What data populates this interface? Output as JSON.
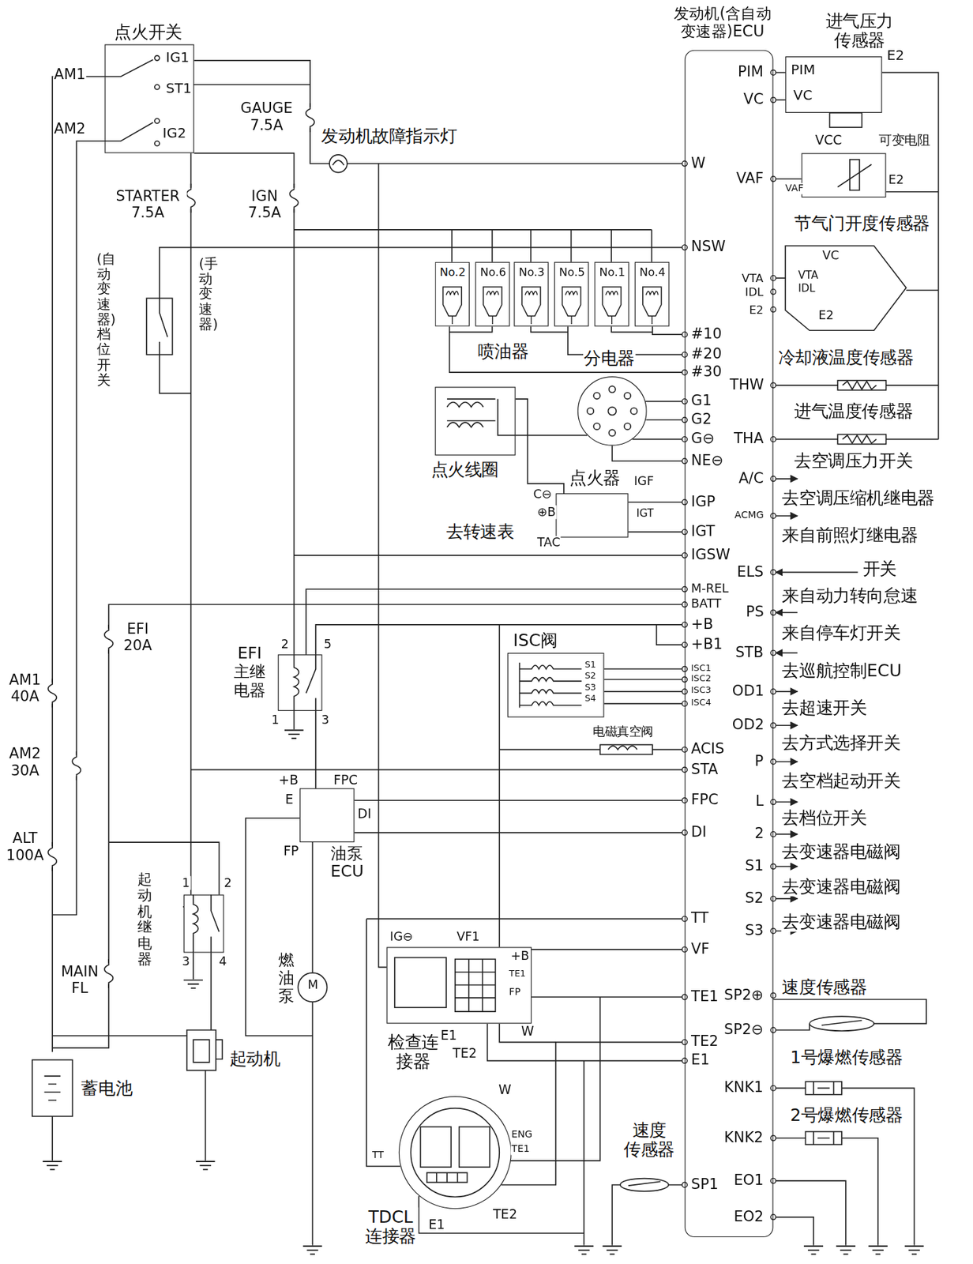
{
  "diagram": {
    "nodes": [
      {
        "text": [
          "点火开关",
          "IG1",
          "ST1",
          "IG2"
        ]
      },
      {
        "text": [
          "发动机(含自动变速器)ECU"
        ]
      },
      {
        "text": [
          "进气压力传感器",
          "PIM",
          "VC",
          "E2"
        ]
      },
      {
        "text": [
          "VCC",
          "VAF",
          "E2"
        ]
      },
      {
        "text": [
          "节气门开度传感器",
          "VC",
          "VTA",
          "IDL",
          "E2"
        ]
      },
      {
        "text": [
          "No.2"
        ]
      },
      {
        "text": [
          "No.6"
        ]
      },
      {
        "text": [
          "No.3"
        ]
      },
      {
        "text": [
          "No.5"
        ]
      },
      {
        "text": [
          "No.1"
        ]
      },
      {
        "text": [
          "No.4"
        ]
      },
      {
        "text": [
          "点火线圈"
        ]
      },
      {
        "text": [
          "分电器"
        ]
      },
      {
        "text": [
          "点火器",
          "C⊖",
          "⊕B",
          "IGF",
          "IGT",
          "TAC"
        ]
      },
      {
        "text": [
          "EFI 主继电器",
          "2",
          "5",
          "1",
          "3"
        ]
      },
      {
        "text": [
          "ISC阀",
          "S1",
          "S2",
          "S3",
          "S4"
        ]
      },
      {
        "text": [
          "油泵 ECU",
          "+B",
          "FPC",
          "E",
          "DI",
          "FP"
        ]
      },
      {
        "text": [
          "起动机继电器",
          "1",
          "2",
          "3",
          "4"
        ]
      },
      {
        "text": [
          "检查连接器",
          "IG⊖",
          "VF1",
          "+B",
          "TE1",
          "FP",
          "E1",
          "W",
          "TE2"
        ]
      },
      {
        "text": [
          "TDCL 连接器",
          "W",
          "ENG",
          "TE1",
          "TT",
          "TE2",
          "E1"
        ]
      }
    ],
    "edges": [
      {
        "from": 0,
        "to": 17,
        "arrow": "none"
      },
      {
        "from": 2,
        "to": 1,
        "arrow": "none"
      },
      {
        "from": 3,
        "to": 1,
        "arrow": "none"
      },
      {
        "from": 4,
        "to": 1,
        "arrow": "none"
      },
      {
        "from": 5,
        "to": 1,
        "arrow": "none"
      },
      {
        "from": 8,
        "to": 1,
        "arrow": "none"
      },
      {
        "from": 10,
        "to": 1,
        "arrow": "none"
      },
      {
        "from": 12,
        "to": 1,
        "arrow": "none"
      },
      {
        "from": 11,
        "to": 13,
        "arrow": "none"
      },
      {
        "from": 13,
        "to": 1,
        "arrow": "none"
      },
      {
        "from": 14,
        "to": 1,
        "arrow": "none"
      },
      {
        "from": 15,
        "to": 1,
        "arrow": "none"
      },
      {
        "from": 16,
        "to": 1,
        "arrow": "none"
      },
      {
        "from": 18,
        "to": 1,
        "arrow": "none"
      },
      {
        "from": 19,
        "to": 1,
        "arrow": "none"
      },
      {
        "from": 0,
        "to": 14,
        "arrow": "none"
      },
      {
        "from": 0,
        "to": 1,
        "arrow": "none"
      }
    ],
    "labels": [
      "AM1",
      "AM2",
      "GAUGE 7.5A",
      "发动机故障指示灯",
      "STARTER 7.5A",
      "IGN 7.5A",
      "(自动变速器)档位开关",
      "(手动变速器)",
      "喷油器",
      "去转速表",
      "EFI 20A",
      "AM1 40A",
      "AM2 30A",
      "ALT 100A",
      "MAIN FL",
      "起动机",
      "蓄电池",
      "燃油泵",
      "电磁真空阀",
      "可变电阻",
      "冷却液温度传感器",
      "进气温度传感器",
      "去空调压力开关",
      "去空调压缩机继电器",
      "来自前照灯继电器",
      "开关",
      "来自动力转向怠速",
      "来自停车灯开关",
      "去巡航控制ECU",
      "去超速开关",
      "去方式选择开关",
      "去空档起动开关",
      "去档位开关",
      "去变速器电磁阀",
      "去变速器电磁阀",
      "去变速器电磁阀",
      "速度传感器",
      "1号爆燃传感器",
      "2号爆燃传感器",
      "速度 传感器",
      "W",
      "NSW",
      "#10",
      "#20",
      "#30",
      "G1",
      "G2",
      "G⊖",
      "NE⊖",
      "IGP",
      "IGT",
      "IGSW",
      "M-REL",
      "BATT",
      "+B",
      "+B1",
      "ISC1",
      "ISC2",
      "ISC3",
      "ISC4",
      "ACIS",
      "STA",
      "FPC",
      "DI",
      "TT",
      "VF",
      "TE1",
      "TE2",
      "E1",
      "SP1",
      "PIM",
      "VC",
      "VAF",
      "VTA",
      "IDL",
      "E2",
      "THW",
      "THA",
      "A/C",
      "ACMG",
      "ELS",
      "PS",
      "STB",
      "OD1",
      "OD2",
      "P",
      "L",
      "2",
      "S1",
      "S2",
      "S3",
      "SP2⊕",
      "SP2⊖",
      "KNK1",
      "KNK2",
      "EO1",
      "EO2",
      "M"
    ]
  }
}
